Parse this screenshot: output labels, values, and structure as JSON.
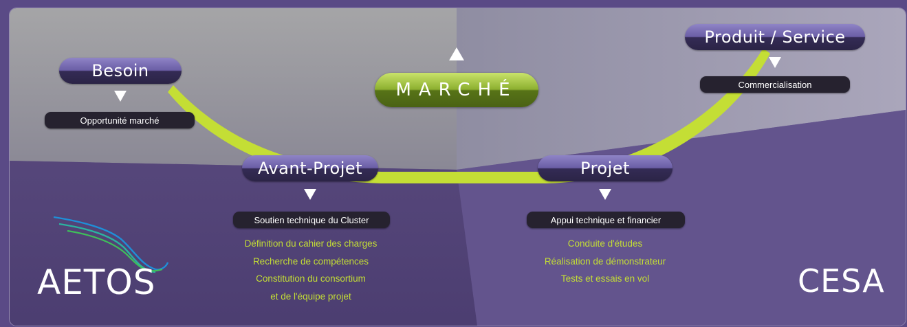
{
  "colors": {
    "accent": "#c4de35",
    "pill": "#6b5ea6",
    "tag": "#26222f"
  },
  "market": {
    "label": "MARCHÉ"
  },
  "stages": {
    "besoin": {
      "label": "Besoin",
      "tag": "Opportunité marché"
    },
    "avant_projet": {
      "label": "Avant-Projet",
      "tag": "Soutien technique du Cluster",
      "items": [
        "Définition du cahier des charges",
        "Recherche de compétences",
        "Constitution du consortium",
        "et de l'équipe projet"
      ]
    },
    "projet": {
      "label": "Projet",
      "tag": "Appui technique et financier",
      "items": [
        "Conduite d'études",
        "Réalisation de démonstrateur",
        "Tests et essais en vol"
      ]
    },
    "produit": {
      "label": "Produit / Service",
      "tag": "Commercialisation"
    }
  },
  "logos": {
    "left": "AETOS",
    "right": "CESA"
  },
  "icons": {
    "down_arrow": "triangle-down-icon",
    "up_arrow": "triangle-up-icon"
  }
}
